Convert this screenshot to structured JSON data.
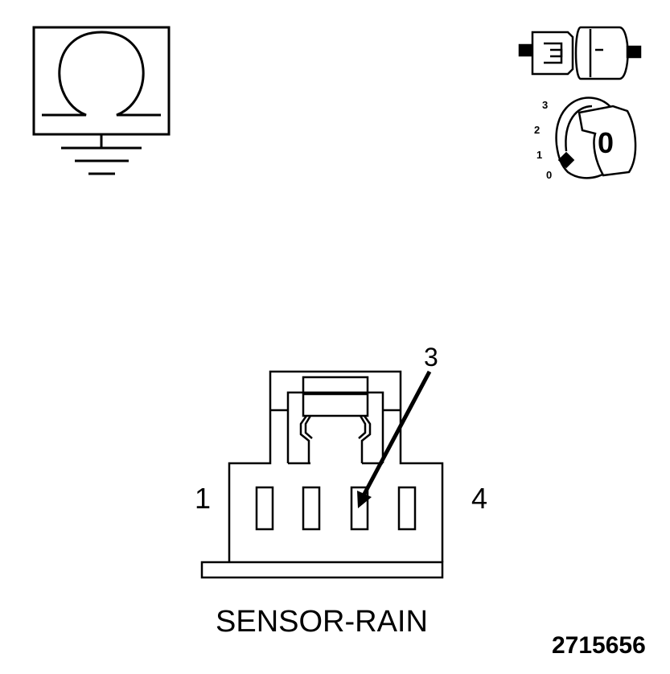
{
  "diagram": {
    "connector_name": "SENSOR-RAIN",
    "document_number": "2715656",
    "pin_labels": {
      "left": "1",
      "right": "4",
      "callout": "3"
    },
    "ignition_positions": [
      "3",
      "2",
      "1",
      "0"
    ],
    "key_label": "0",
    "icons": [
      "ohmmeter-ground-icon",
      "connector-plug-icon",
      "ignition-key-icon"
    ],
    "colors": {
      "line": "#000000",
      "background": "#ffffff",
      "fill_dark": "#000000"
    }
  }
}
